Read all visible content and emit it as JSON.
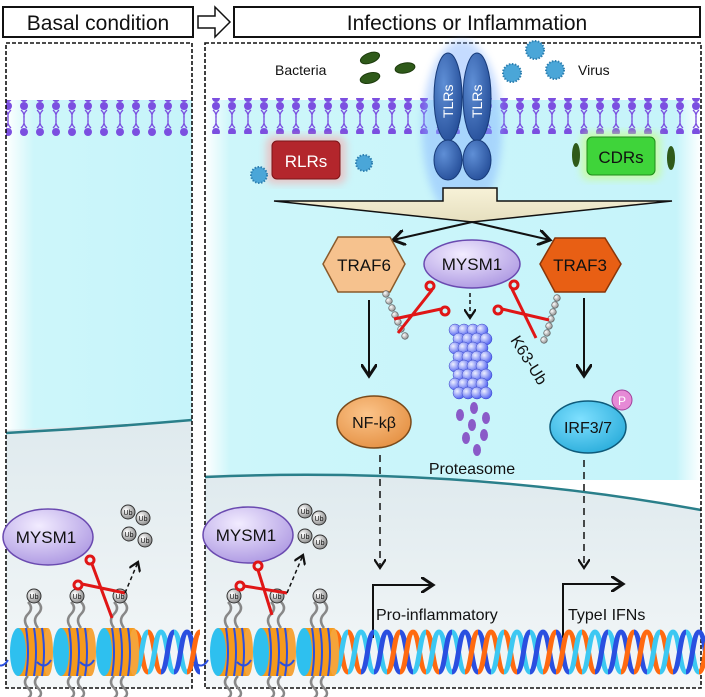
{
  "panels": {
    "basal": {
      "title": "Basal condition"
    },
    "infection": {
      "title": "Infections or Inflammation"
    }
  },
  "pathogens": {
    "bacteria": "Bacteria",
    "virus": "Virus"
  },
  "receptors": {
    "tlr1": "TLRs",
    "tlr2": "TLRs",
    "rlr": "RLRs",
    "cdr": "CDRs"
  },
  "proteins": {
    "traf6": "TRAF6",
    "traf3": "TRAF3",
    "mysm1_cyto": "MYSM1",
    "mysm1_nuc_infection": "MYSM1",
    "mysm1_nuc_basal": "MYSM1",
    "nfkb": "NF-kβ",
    "irf": "IRF3/7",
    "phospho": "P"
  },
  "labels": {
    "k63": "K63-Ub",
    "proteasome": "Proteasome",
    "pro_inflammatory": "Pro-inflammatory",
    "type_ifn": "TypeI IFNs",
    "ub": "Ub"
  },
  "colors": {
    "membrane": "#7b4fe0",
    "cytoplasm": "#c8f6fb",
    "nucleus": "#eef4f6",
    "tlr": "#2e5fae",
    "rlr": "#b3262c",
    "cdr": "#3fd43a",
    "traf6": "#f6c28e",
    "traf3": "#e85f14",
    "mysm1": "#c8b6f0",
    "nfkb": "#eea35c",
    "irf": "#3cc4ec",
    "phospho": "#e68ad6",
    "scissors": "#e01616",
    "dna_orange": "#ff6a10",
    "dna_blue": "#2a4fe0",
    "dna_cyan": "#3cc8f2"
  }
}
